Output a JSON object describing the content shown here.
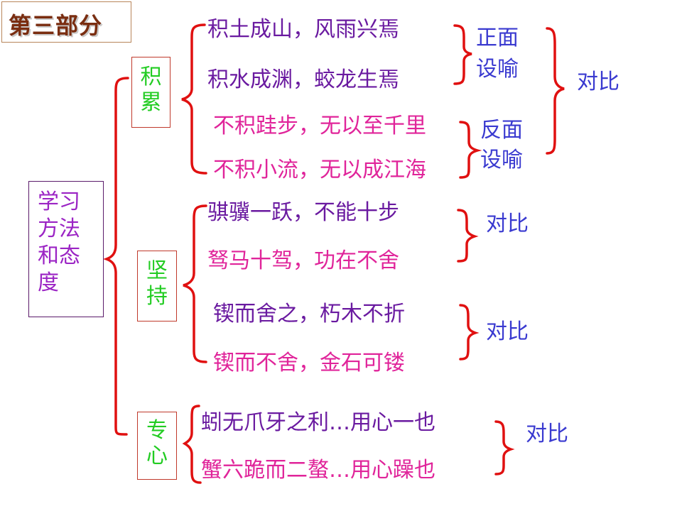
{
  "title": "第三部分",
  "root": {
    "lines": [
      "学习",
      "方法",
      "和态",
      "度"
    ]
  },
  "branches": {
    "accumulate": {
      "label": [
        "积",
        "累"
      ],
      "phrases": [
        "积土成山，风雨兴焉",
        "积水成渊，蛟龙生焉",
        "不积跬步，无以至千里",
        "不积小流，无以成江海"
      ],
      "positive": [
        "正面",
        "设喻"
      ],
      "negative": [
        "反面",
        "设喻"
      ],
      "contrast": "对比"
    },
    "persist": {
      "label": [
        "坚",
        "持"
      ],
      "phrases": [
        "骐骥一跃，不能十步",
        "驽马十驾，功在不舍",
        "锲而舍之，朽木不折",
        "锲而不舍，金石可镂"
      ],
      "contrast1": "对比",
      "contrast2": "对比"
    },
    "focus": {
      "label": [
        "专",
        "心"
      ],
      "phrases": [
        "蚓无爪牙之利…用心一也",
        "蟹六跪而二螯…用心躁也"
      ],
      "contrast": "对比"
    }
  },
  "colors": {
    "brace": "#e01010",
    "purple": "#6a1aa0",
    "magenta": "#e0249a",
    "blue": "#3a3ad0",
    "green": "#22cc22"
  }
}
